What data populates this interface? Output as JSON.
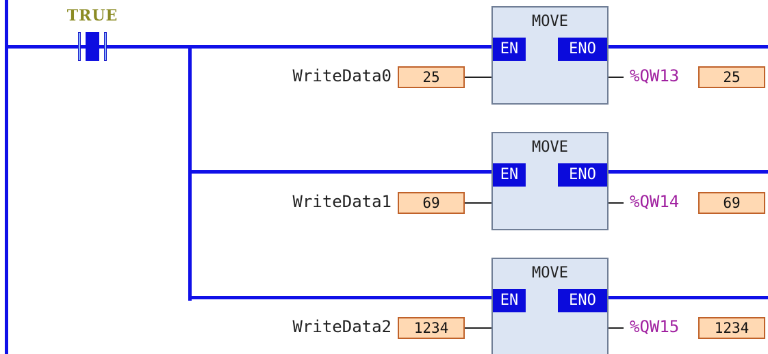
{
  "contact": {
    "label": "TRUE"
  },
  "rungs": [
    {
      "block_name": "MOVE",
      "en_label": "EN",
      "eno_label": "ENO",
      "input_var": "WriteData0",
      "input_value": "25",
      "output_addr": "%QW13",
      "output_value": "25"
    },
    {
      "block_name": "MOVE",
      "en_label": "EN",
      "eno_label": "ENO",
      "input_var": "WriteData1",
      "input_value": "69",
      "output_addr": "%QW14",
      "output_value": "69"
    },
    {
      "block_name": "MOVE",
      "en_label": "EN",
      "eno_label": "ENO",
      "input_var": "WriteData2",
      "input_value": "1234",
      "output_addr": "%QW15",
      "output_value": "1234"
    }
  ],
  "colors": {
    "wire": "#1010e8",
    "block_fill": "#dce5f3",
    "pin_fill": "#0b0bdc",
    "value_fill": "#ffd9b3",
    "value_border": "#c0622a",
    "address_text": "#a020a0",
    "contact_label": "#8b8b24"
  }
}
